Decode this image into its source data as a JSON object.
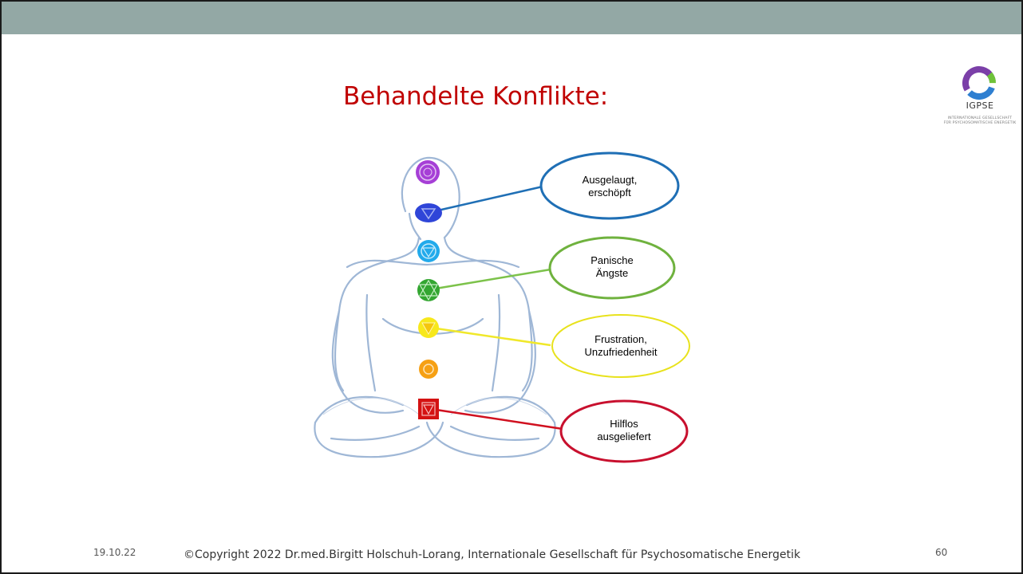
{
  "slide": {
    "title": "Behandelte Konflikte:",
    "logo": {
      "name": "IGPSE",
      "subtitle_line1": "INTERNATIONALE GESELLSCHAFT",
      "subtitle_line2": "FÜR PSYCHOSOMATISCHE ENERGETIK"
    },
    "conflicts": [
      {
        "line1": "Ausgelaugt,",
        "line2": "erschöpft",
        "color": "#1f6fb5"
      },
      {
        "line1": "Panische",
        "line2": "Ängste",
        "color": "#6fb23e"
      },
      {
        "line1": "Frustration,",
        "line2": "Unzufriedenheit",
        "color": "#e8e21c"
      },
      {
        "line1": "Hilflos",
        "line2": "ausgeliefert",
        "color": "#c8102e"
      }
    ],
    "chakras": [
      {
        "name": "crown-chakra-icon",
        "color": "#9b30c8"
      },
      {
        "name": "third-eye-chakra-icon",
        "color": "#2a3fd0"
      },
      {
        "name": "throat-chakra-icon",
        "color": "#1ea8e8"
      },
      {
        "name": "heart-chakra-icon",
        "color": "#2fa12c"
      },
      {
        "name": "solar-plexus-chakra-icon",
        "color": "#f5e61a"
      },
      {
        "name": "sacral-chakra-icon",
        "color": "#f59a0f"
      },
      {
        "name": "root-chakra-icon",
        "color": "#d01010"
      }
    ]
  },
  "footer": {
    "date": "19.10.22",
    "copyright": "©Copyright 2022 Dr.med.Birgitt Holschuh-Lorang, Internationale Gesellschaft für Psychosomatische Energetik",
    "page": "60"
  }
}
